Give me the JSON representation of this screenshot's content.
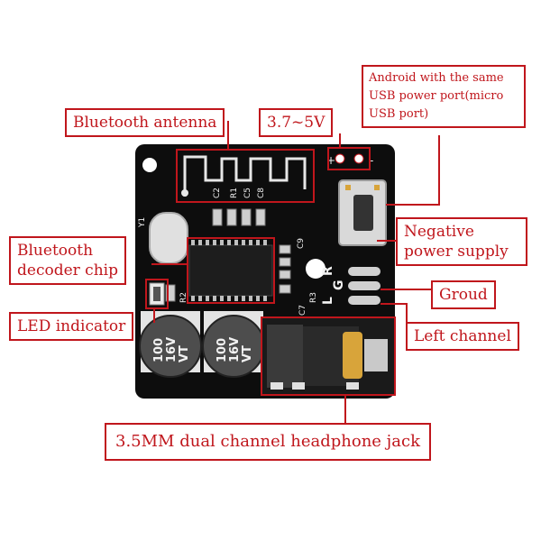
{
  "labels": {
    "antenna": "Bluetooth antenna",
    "voltage": "3.7~5V",
    "usb": "Android with the same USB power port(micro USB port)",
    "negative": "Negative power supply",
    "decoder": "Bluetooth decoder chip",
    "ground": "Groud",
    "led": "LED indicator",
    "left": "Left channel",
    "jack": "3.5MM dual channel headphone jack"
  },
  "board": {
    "silkscreen": [
      "C2",
      "R1",
      "C5",
      "C8",
      "Y1",
      "C9",
      "C7",
      "R3",
      "R2",
      "+",
      "-"
    ],
    "capacitor_marking": [
      "100",
      "16V",
      "VT"
    ],
    "audio_pins": [
      "R",
      "G",
      "L"
    ]
  },
  "colors": {
    "callout": "#c0161c",
    "pcb": "#0d0d0d",
    "silkscreen": "#f2f2f2",
    "gold": "#d8a43a"
  }
}
